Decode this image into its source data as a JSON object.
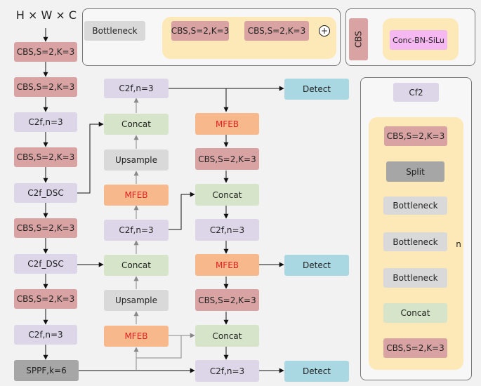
{
  "title": "H × W × C",
  "backbone": {
    "b1": "CBS,S=2,K=3",
    "b2": "CBS,S=2,K=3",
    "b3": "C2f,n=3",
    "b4": "CBS,S=2,K=3",
    "b5": "C2f_DSC",
    "b6": "CBS,S=2,K=3",
    "b7": "C2f_DSC",
    "b8": "CBS,S=2,K=3",
    "b9": "C2f,n=3",
    "b10": "SPPF,k=6"
  },
  "neck_left": {
    "n1": "C2f,n=3",
    "n2": "Concat",
    "n3": "Upsample",
    "n4": "MFEB",
    "n5": "C2f,n=3",
    "n6": "Concat",
    "n7": "Upsample",
    "n8": "MFEB"
  },
  "neck_right": {
    "r1": "MFEB",
    "r2": "CBS,S=2,K=3",
    "r3": "Concat",
    "r4": "C2f,n=3",
    "r5": "MFEB",
    "r6": "CBS,S=2,K=3",
    "r7": "Concat",
    "r8": "C2f,n=3"
  },
  "detect": [
    "Detect",
    "Detect",
    "Detect"
  ],
  "bottleneck_legend": {
    "label": "Bottleneck",
    "cbs1": "CBS,S=2,K=3",
    "cbs2": "CBS,S=2,K=3",
    "plus": "+"
  },
  "cbs_legend": {
    "label": "CBS",
    "expansion": "Conc-BN-SiLu"
  },
  "c2f_legend": {
    "title": "Cf2",
    "cbs_top": "CBS,S=2,K=3",
    "split": "Split",
    "bn1": "Bottleneck",
    "bn2": "Bottleneck",
    "bn3": "Bottleneck",
    "concat": "Concat",
    "cbs_bottom": "CBS,S=2,K=3",
    "n_label": "n"
  }
}
